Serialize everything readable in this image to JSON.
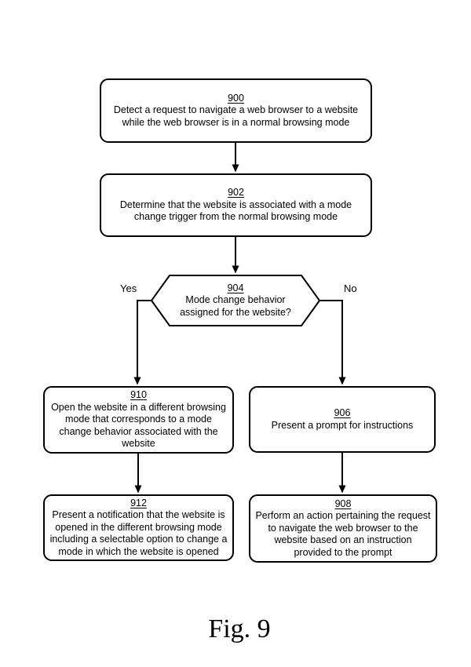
{
  "figure": {
    "caption": "Fig. 9"
  },
  "nodes": {
    "n900": {
      "id": "900",
      "text": "Detect a request to navigate a web browser to a website while the web browser is in a normal browsing mode"
    },
    "n902": {
      "id": "902",
      "text": "Determine that the website is associated with a mode change trigger from the normal browsing mode"
    },
    "n904": {
      "id": "904",
      "text": "Mode change behavior assigned for the website?"
    },
    "n910": {
      "id": "910",
      "text": "Open the website in a different browsing mode that corresponds to a mode change behavior associated with the website"
    },
    "n906": {
      "id": "906",
      "text": "Present a prompt for instructions"
    },
    "n912": {
      "id": "912",
      "text": "Present a notification that the website is opened in the different browsing mode including a selectable option to change a mode in which the website is opened"
    },
    "n908": {
      "id": "908",
      "text": "Perform an action pertaining the request to navigate the web browser to the website based on an instruction provided to the prompt"
    }
  },
  "edges": {
    "yes_label": "Yes",
    "no_label": "No"
  },
  "colors": {
    "line": "#000000",
    "background": "#ffffff"
  }
}
